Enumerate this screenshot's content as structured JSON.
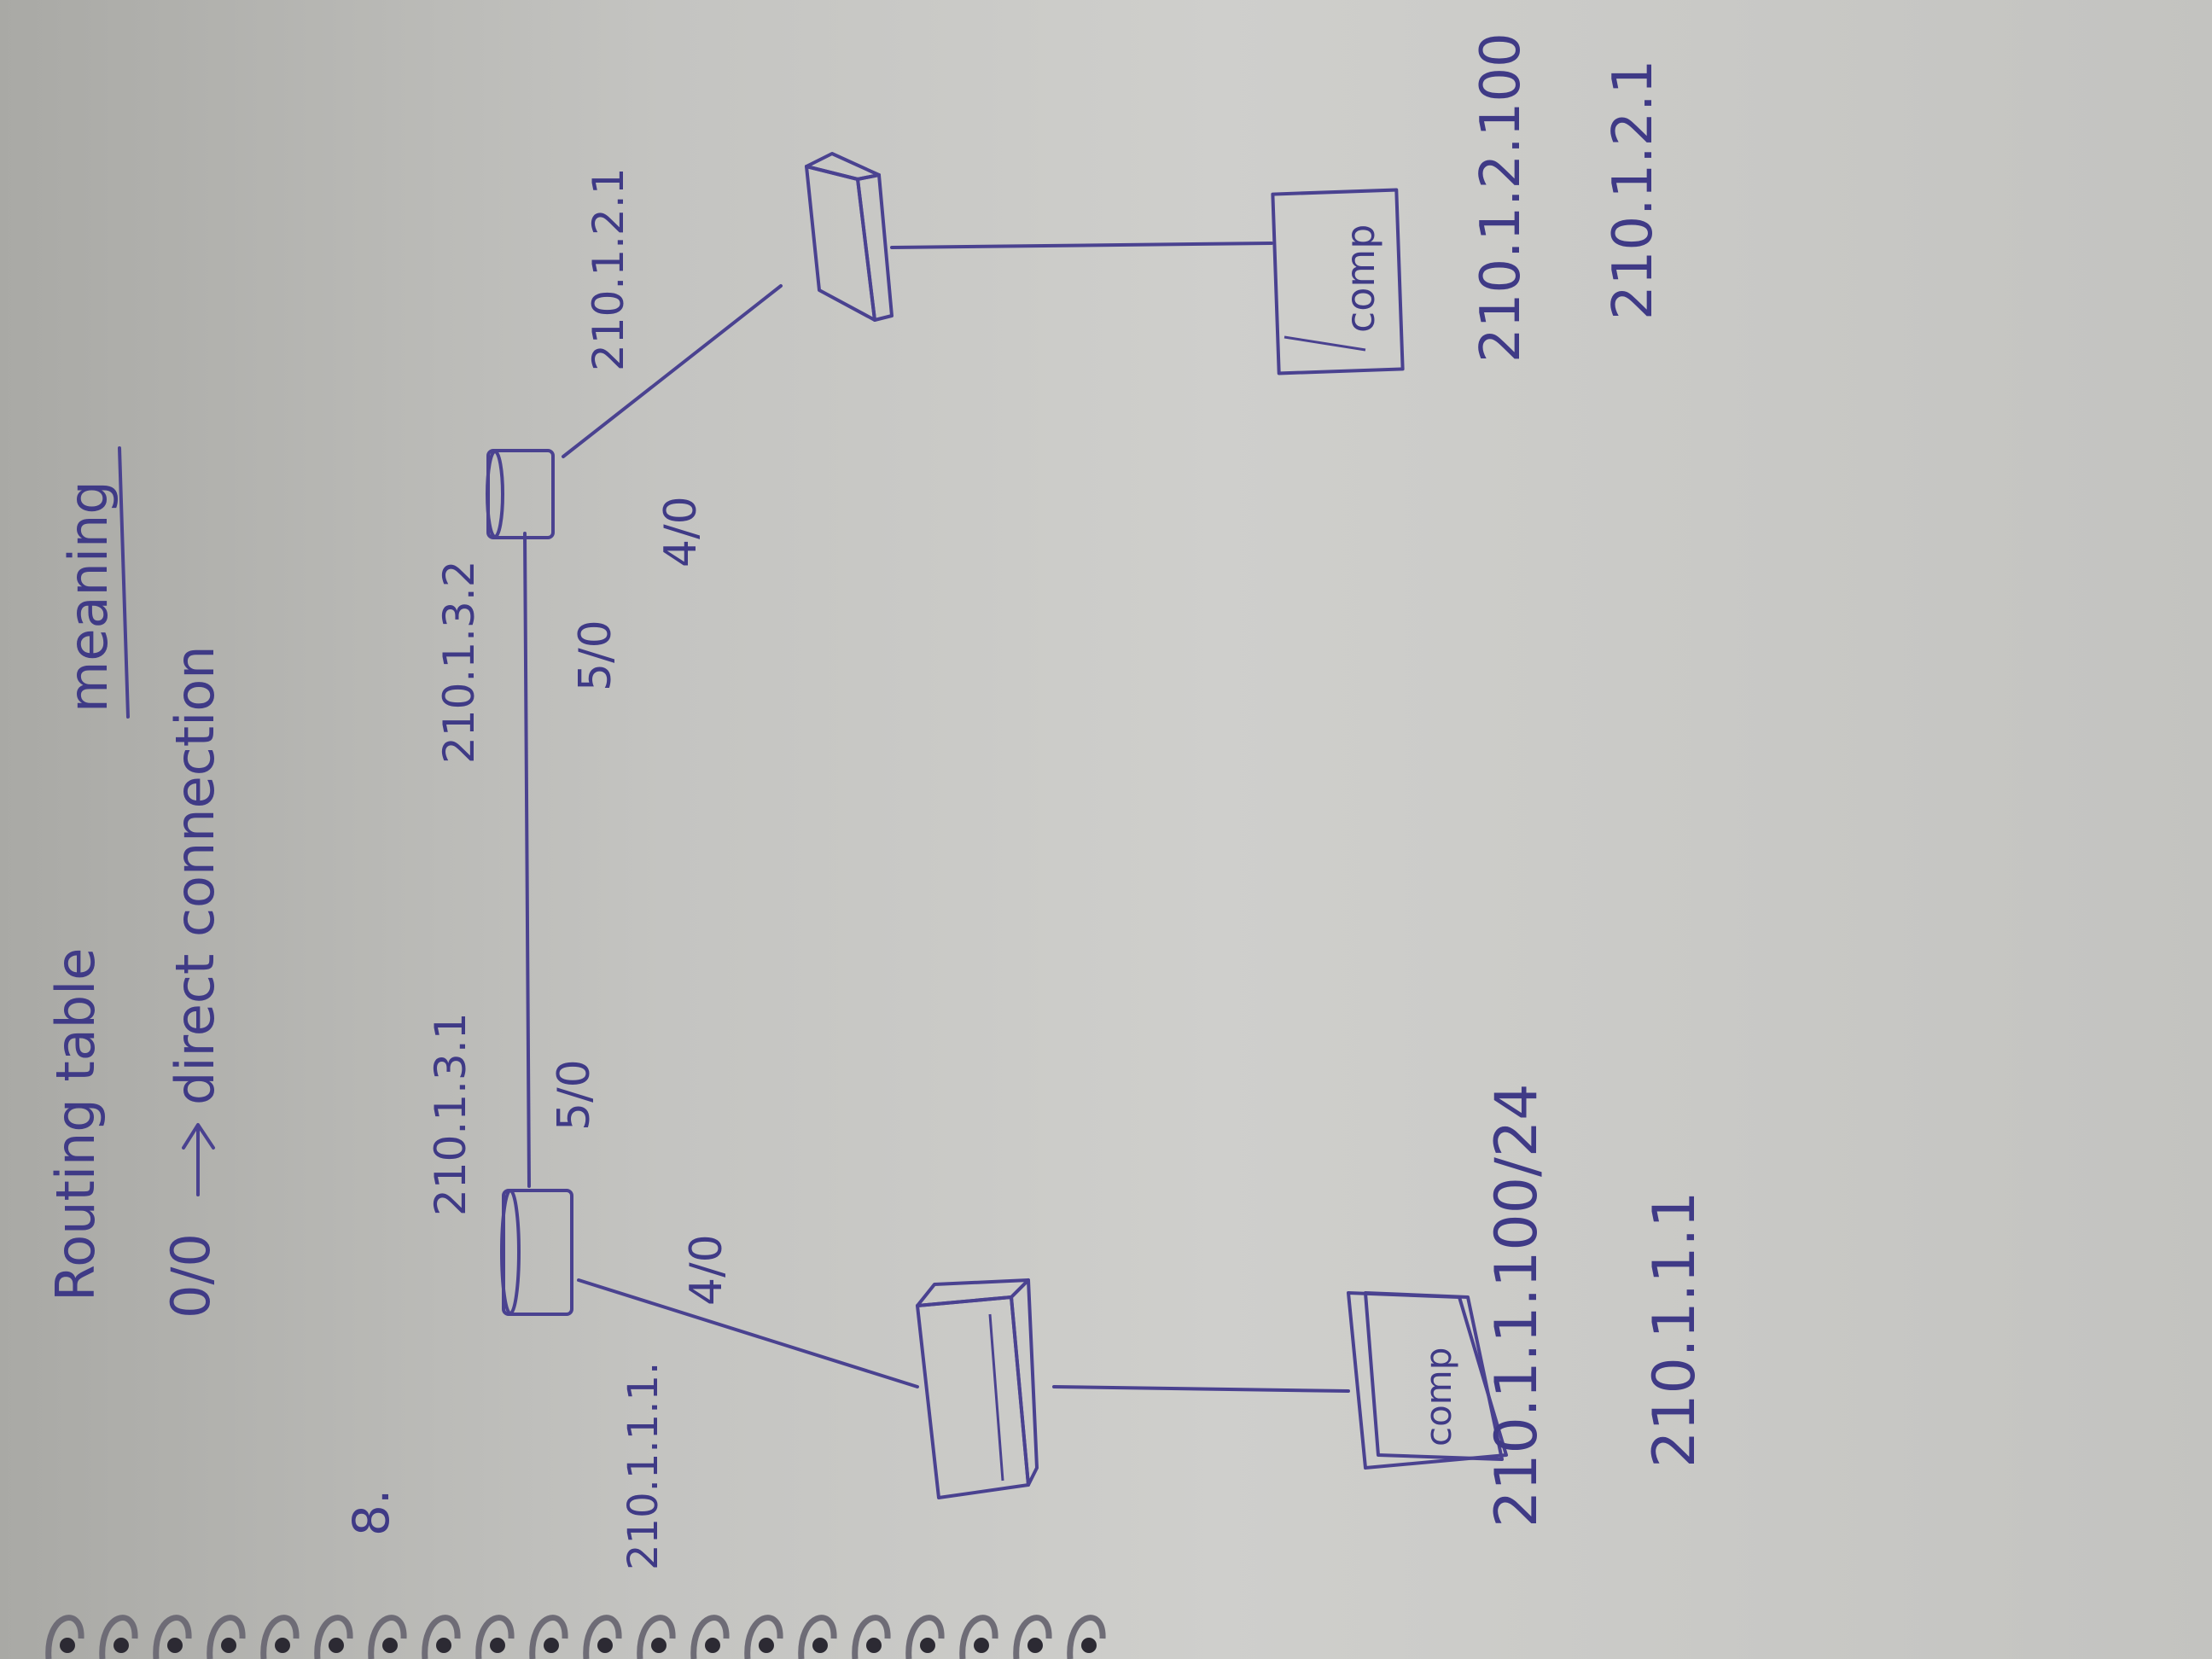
{
  "notes": {
    "question_mark": "8.",
    "title_prefix": "Routing table",
    "title_underlined": "meaning",
    "legend_code": "0/0",
    "legend_meaning": "direct connection"
  },
  "devices": {
    "switch_left_label": "",
    "switch_right_label": "",
    "pc_left_label": "comp",
    "pc_right_label": "comp"
  },
  "addresses": {
    "router_left_g40": "210.1.1.1.",
    "router_left_port_40": "4/0",
    "router_left_s50": "210.1.3.1",
    "router_left_port_50": "5/0",
    "router_right_s50": "210.1.3.2",
    "router_right_port_50": "5/0",
    "router_right_port_40": "4/0",
    "router_right_g40": "210.1.2.1",
    "pc_left_ip": "210.1.1.100/24",
    "pc_left_gateway": "210.1.1.1",
    "pc_right_ip": "210.1.2.100",
    "pc_right_gateway": "210.1.2.1"
  }
}
